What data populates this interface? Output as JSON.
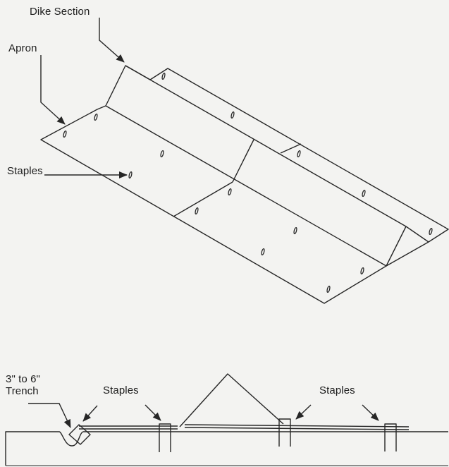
{
  "labels": {
    "dike_section": "Dike Section",
    "apron": "Apron",
    "staples_top": "Staples",
    "trench_line1": "3\" to 6\"",
    "trench_line2": "Trench",
    "staples_bottom_left": "Staples",
    "staples_bottom_right": "Staples"
  },
  "colors": {
    "line": "#262626",
    "background": "#f3f3f1"
  },
  "icons": {
    "staple": "staple-icon",
    "arrow": "arrow-pointer-icon"
  }
}
